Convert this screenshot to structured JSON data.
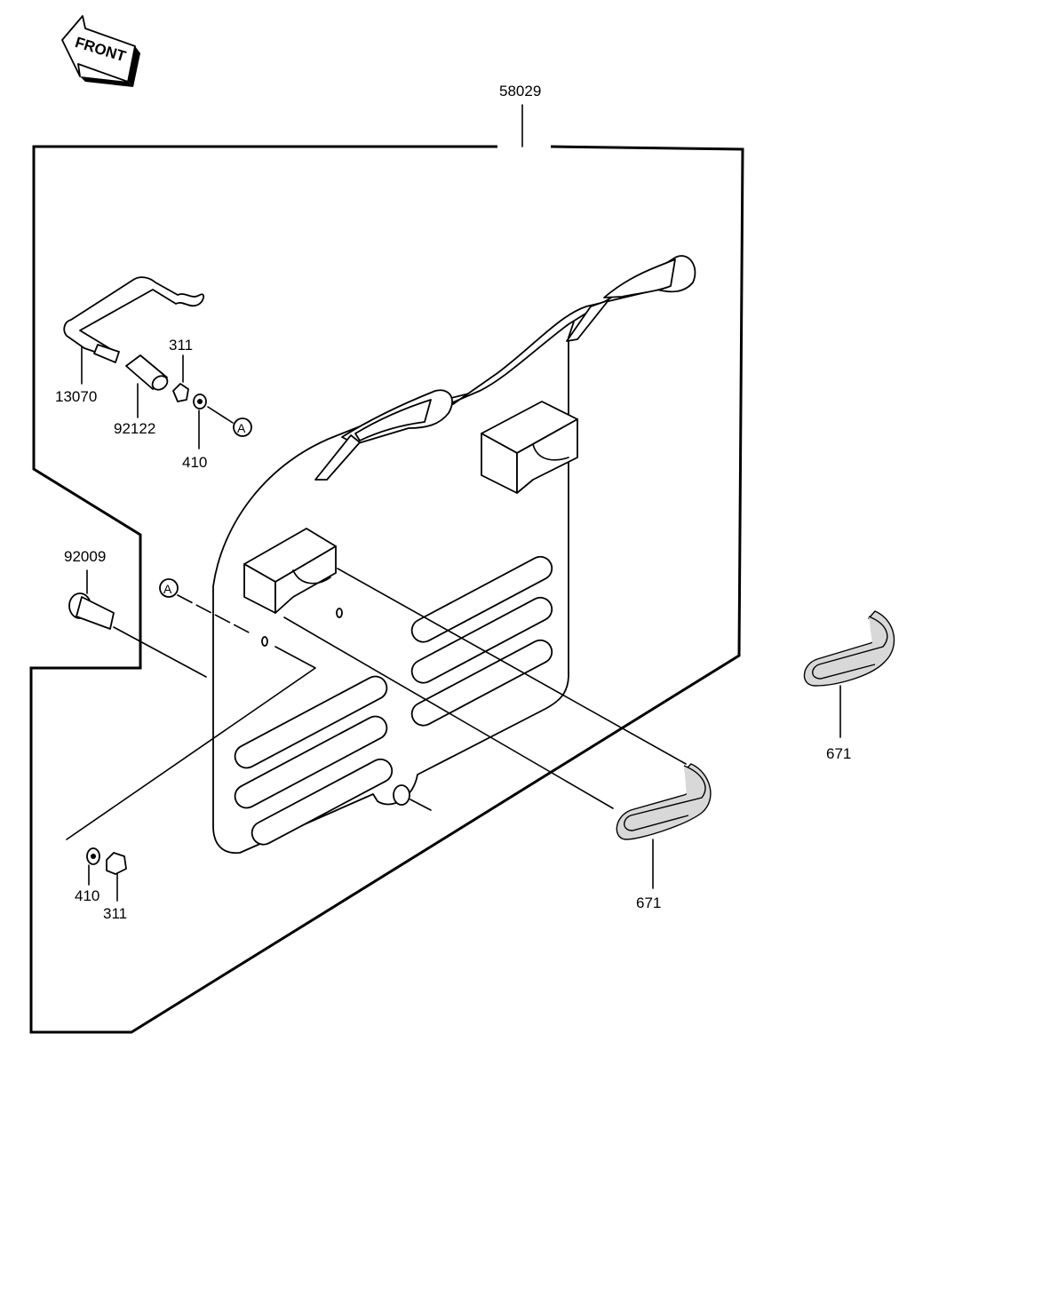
{
  "front_arrow": {
    "label": "FRONT"
  },
  "parts": {
    "assembly": "58029",
    "rod": "13070",
    "collar": "92122",
    "nut_top": "311",
    "washer_top": "410",
    "bolt": "92009",
    "washer_bottom": "410",
    "nut_bottom": "311",
    "band_lower": "671",
    "band_right": "671"
  },
  "reference_marks": {
    "a_right": "A",
    "a_left": "A"
  }
}
